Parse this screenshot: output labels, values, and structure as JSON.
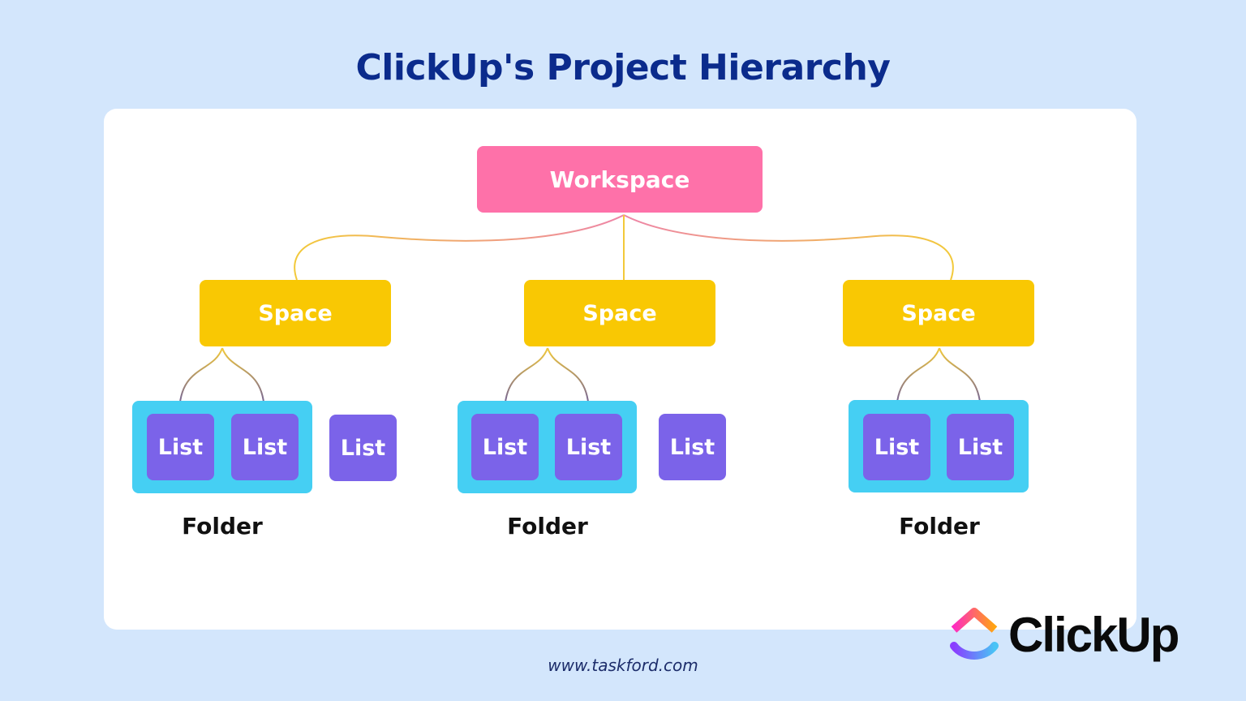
{
  "title": "ClickUp's Project Hierarchy",
  "workspace": "Workspace",
  "spaces": [
    "Space",
    "Space",
    "Space"
  ],
  "list_label": "List",
  "folder_label": "Folder",
  "footer": "www.taskford.com",
  "logo": {
    "text": "ClickUp"
  },
  "colors": {
    "workspace": "#fe71a9",
    "space": "#f9c803",
    "folder": "#45cff3",
    "list": "#7b63e9",
    "title": "#0b2b8c"
  }
}
